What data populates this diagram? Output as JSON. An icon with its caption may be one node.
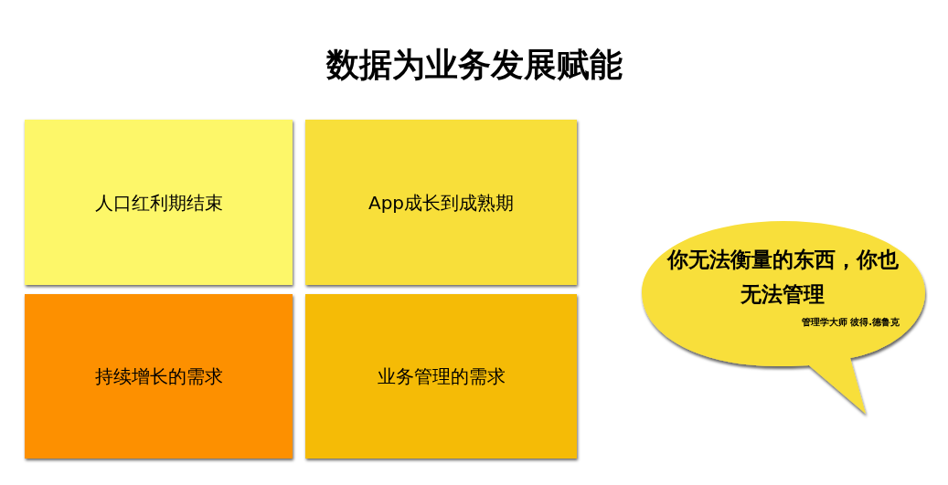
{
  "diagram": {
    "title": "数据为业务发展赋能",
    "nodes": [
      {
        "text": [
          "人口红利期结束"
        ]
      },
      {
        "text": [
          "App成长到成熟期"
        ]
      },
      {
        "text": [
          "持续增长的需求"
        ]
      },
      {
        "text": [
          "业务管理的需求"
        ]
      },
      {
        "text": [
          "你无法衡量的东西，你也无法管理",
          "管理学大师 彼得.德鲁克"
        ]
      }
    ]
  }
}
